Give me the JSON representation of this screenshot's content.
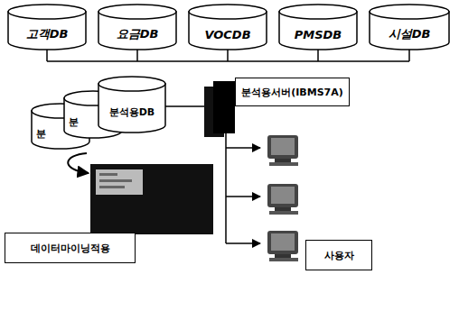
{
  "diagram": {
    "nodes": [
      {
        "text": [
          "고객DB"
        ]
      },
      {
        "text": [
          "요금DB"
        ]
      },
      {
        "text": [
          "VOCDB"
        ]
      },
      {
        "text": [
          "PMSDB"
        ]
      },
      {
        "text": [
          "시설DB"
        ]
      },
      {
        "text": [
          "분"
        ]
      },
      {
        "text": [
          "분"
        ]
      },
      {
        "text": [
          "분석용DB"
        ]
      },
      {
        "text": [
          "분석용서버(IBMS7A)"
        ]
      },
      {
        "text": [
          "데이터마이닝적용"
        ]
      },
      {
        "text": [
          "사용자"
        ]
      }
    ]
  }
}
